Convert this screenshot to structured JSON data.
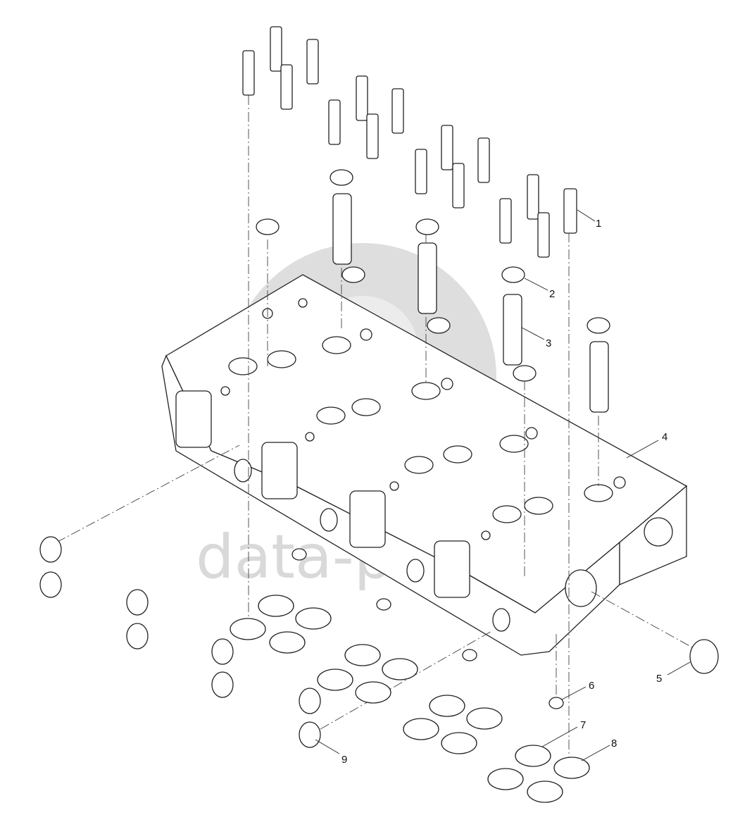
{
  "watermark": {
    "text": "data-parts",
    "color": "#d9d9d9"
  },
  "callouts": [
    {
      "id": "1",
      "label": "1"
    },
    {
      "id": "2",
      "label": "2"
    },
    {
      "id": "3",
      "label": "3"
    },
    {
      "id": "4",
      "label": "4"
    },
    {
      "id": "5",
      "label": "5"
    },
    {
      "id": "6",
      "label": "6"
    },
    {
      "id": "7",
      "label": "7"
    },
    {
      "id": "8",
      "label": "8"
    },
    {
      "id": "9",
      "label": "9"
    }
  ],
  "colors": {
    "line": "#222222",
    "background": "#ffffff"
  }
}
